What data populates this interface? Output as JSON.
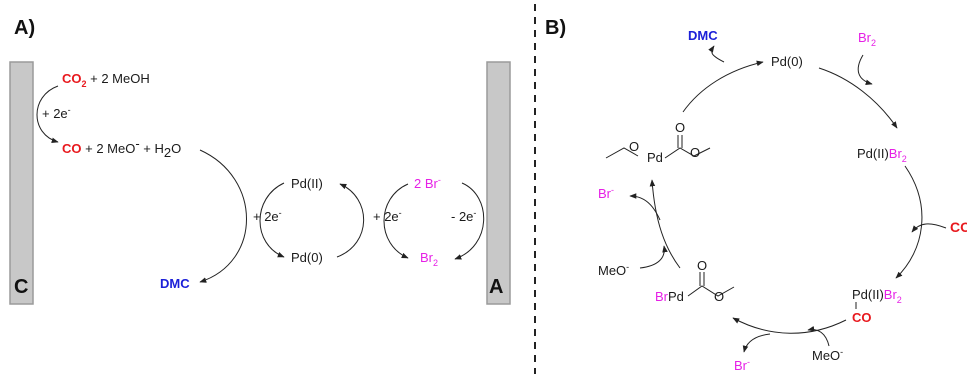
{
  "panel_a": {
    "label": "A)",
    "cathode_label": "C",
    "anode_label": "A",
    "co2": "CO",
    "co2_sub": "2",
    "co2_rest": " + 2 MeOH",
    "electrons_cathode": "+ 2e",
    "electron_sup": "-",
    "co": "CO",
    "co_rest_1": " + 2 MeO",
    "co_rest_sup": "-",
    "co_rest_2": " + H",
    "h2o_sub": "2",
    "h2o_rest": "O",
    "dmc": "DMC",
    "pd2": "Pd(II)",
    "pd0": "Pd(0)",
    "pd_plus_e": "+ 2e",
    "br_plus_e": "+ 2e",
    "two_br": "2 Br",
    "br_sup": "-",
    "br2": "Br",
    "br2_sub": "2",
    "anode_minus_e": "- 2e"
  },
  "panel_b": {
    "label": "B)",
    "dmc": "DMC",
    "pd0": "Pd(0)",
    "br2_in": "Br",
    "br2_in_sub": "2",
    "pd2br2": "Pd(II)",
    "pd2br2_br": "Br",
    "pd2br2_sub": "2",
    "co_in": "CO",
    "pd2br2_co_pd": "Pd(II)",
    "pd2br2_co_br": "Br",
    "pd2br2_co_sub": "2",
    "pd2br2_co_co": "CO",
    "meo_in_1": "MeO",
    "meo_sup": "-",
    "br_out_1": "Br",
    "br_sup": "-",
    "brpd_br": "Br",
    "brpd_pd": "Pd",
    "o_atom": "O",
    "meo_in_2": "MeO",
    "br_out_2": "Br",
    "pd_ester": "Pd"
  },
  "colors": {
    "red": "#e8191e",
    "blue": "#1c20d8",
    "magenta": "#e620e6",
    "electrode": "#c8c8c8"
  }
}
